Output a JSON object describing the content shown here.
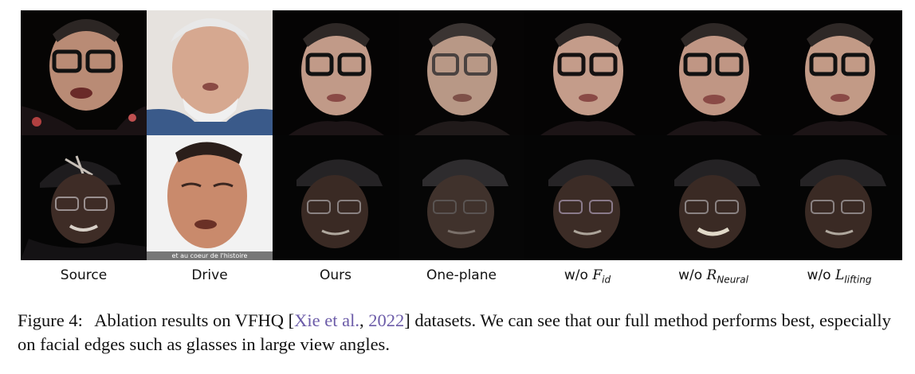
{
  "figure": {
    "columns": [
      {
        "key": "source",
        "label": "Source"
      },
      {
        "key": "drive",
        "label": "Drive"
      },
      {
        "key": "ours",
        "label": "Ours"
      },
      {
        "key": "one_plane",
        "label": "One-plane"
      },
      {
        "key": "wo_fid",
        "label": "w/o ",
        "math": "F",
        "sub": "id"
      },
      {
        "key": "wo_rneural",
        "label": "w/o ",
        "math": "R",
        "sub": "Neural"
      },
      {
        "key": "wo_llifting",
        "label": "w/o ",
        "math": "L",
        "sub": "lifting"
      }
    ],
    "rows": [
      {
        "key": "row1",
        "desc": "woman-with-glasses"
      },
      {
        "key": "row2",
        "desc": "man-with-cap"
      }
    ],
    "drive_watermark": "et au coeur de l'histoire"
  },
  "caption": {
    "fig_label": "Figure 4:",
    "text_before": "Ablation results on VFHQ [",
    "cite_author": "Xie et al.",
    "cite_sep": ", ",
    "cite_year": "2022",
    "text_after": "] datasets. We can see that our full method performs best, especially on facial edges such as glasses in large view angles."
  },
  "colors": {
    "background": "#000000",
    "skin_light": "#c99a84",
    "skin_dark": "#3a2a24",
    "drive_bg": "#3a5a8a",
    "citation": "#6b5ba8"
  }
}
